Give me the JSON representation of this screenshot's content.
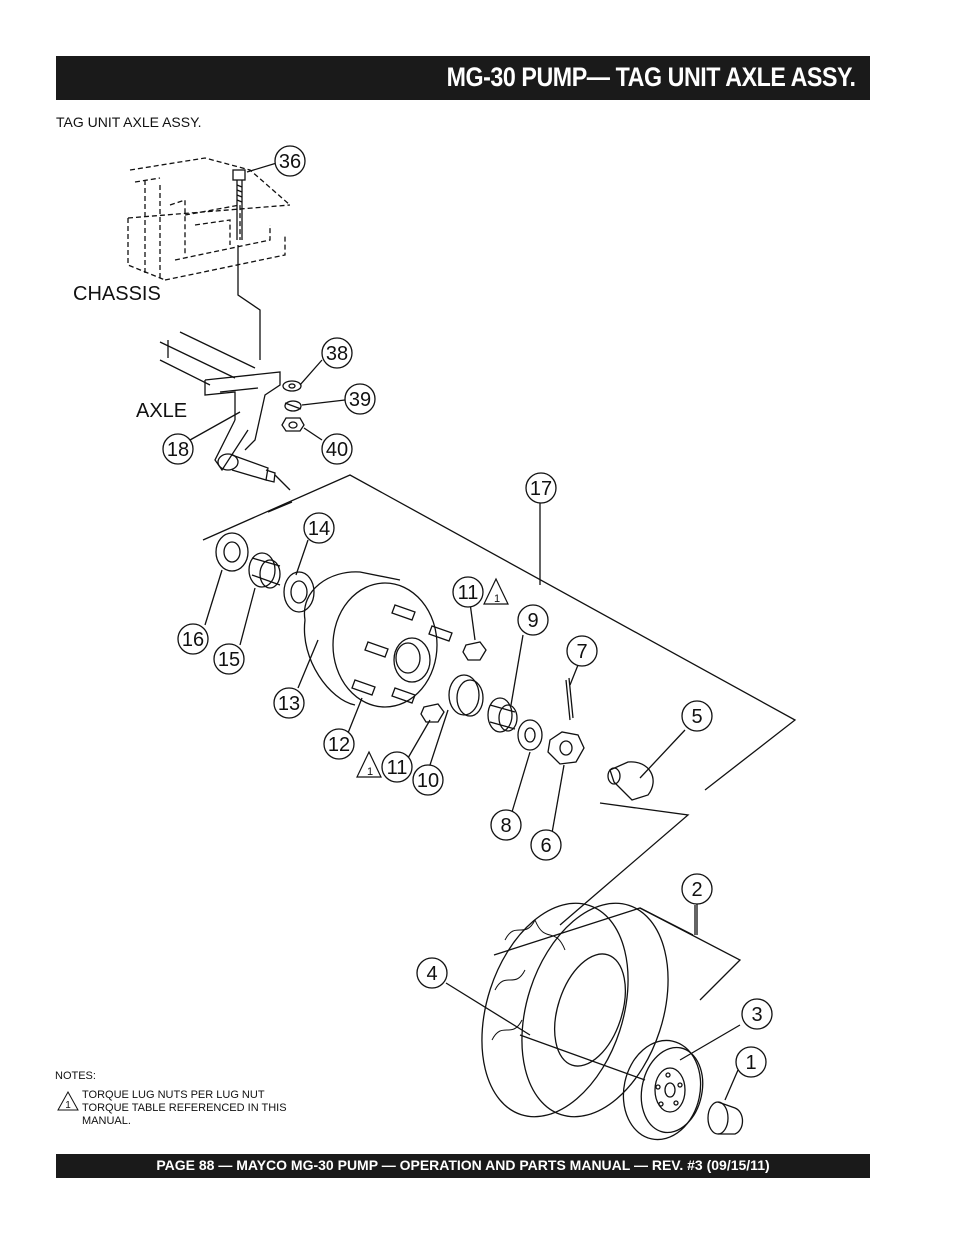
{
  "header": {
    "title": "MG-30 PUMP— TAG UNIT AXLE ASSY."
  },
  "subtitle": "TAG UNIT AXLE ASSY.",
  "diagram": {
    "labels": {
      "chassis": "CHASSIS",
      "axle": "AXLE"
    },
    "callouts": [
      "36",
      "38",
      "39",
      "40",
      "18",
      "17",
      "14",
      "16",
      "15",
      "13",
      "11",
      "9",
      "7",
      "12",
      "11",
      "10",
      "5",
      "8",
      "6",
      "2",
      "4",
      "3",
      "1"
    ],
    "warning_symbol": "1"
  },
  "notes": {
    "heading": "NOTES:",
    "symbol": "1",
    "items": [
      "TORQUE LUG NUTS PER LUG NUT TORQUE TABLE REFERENCED IN THIS MANUAL."
    ]
  },
  "footer": {
    "text": "PAGE 88 — MAYCO  MG-30 PUMP — OPERATION AND PARTS MANUAL — REV. #3 (09/15/11)"
  }
}
